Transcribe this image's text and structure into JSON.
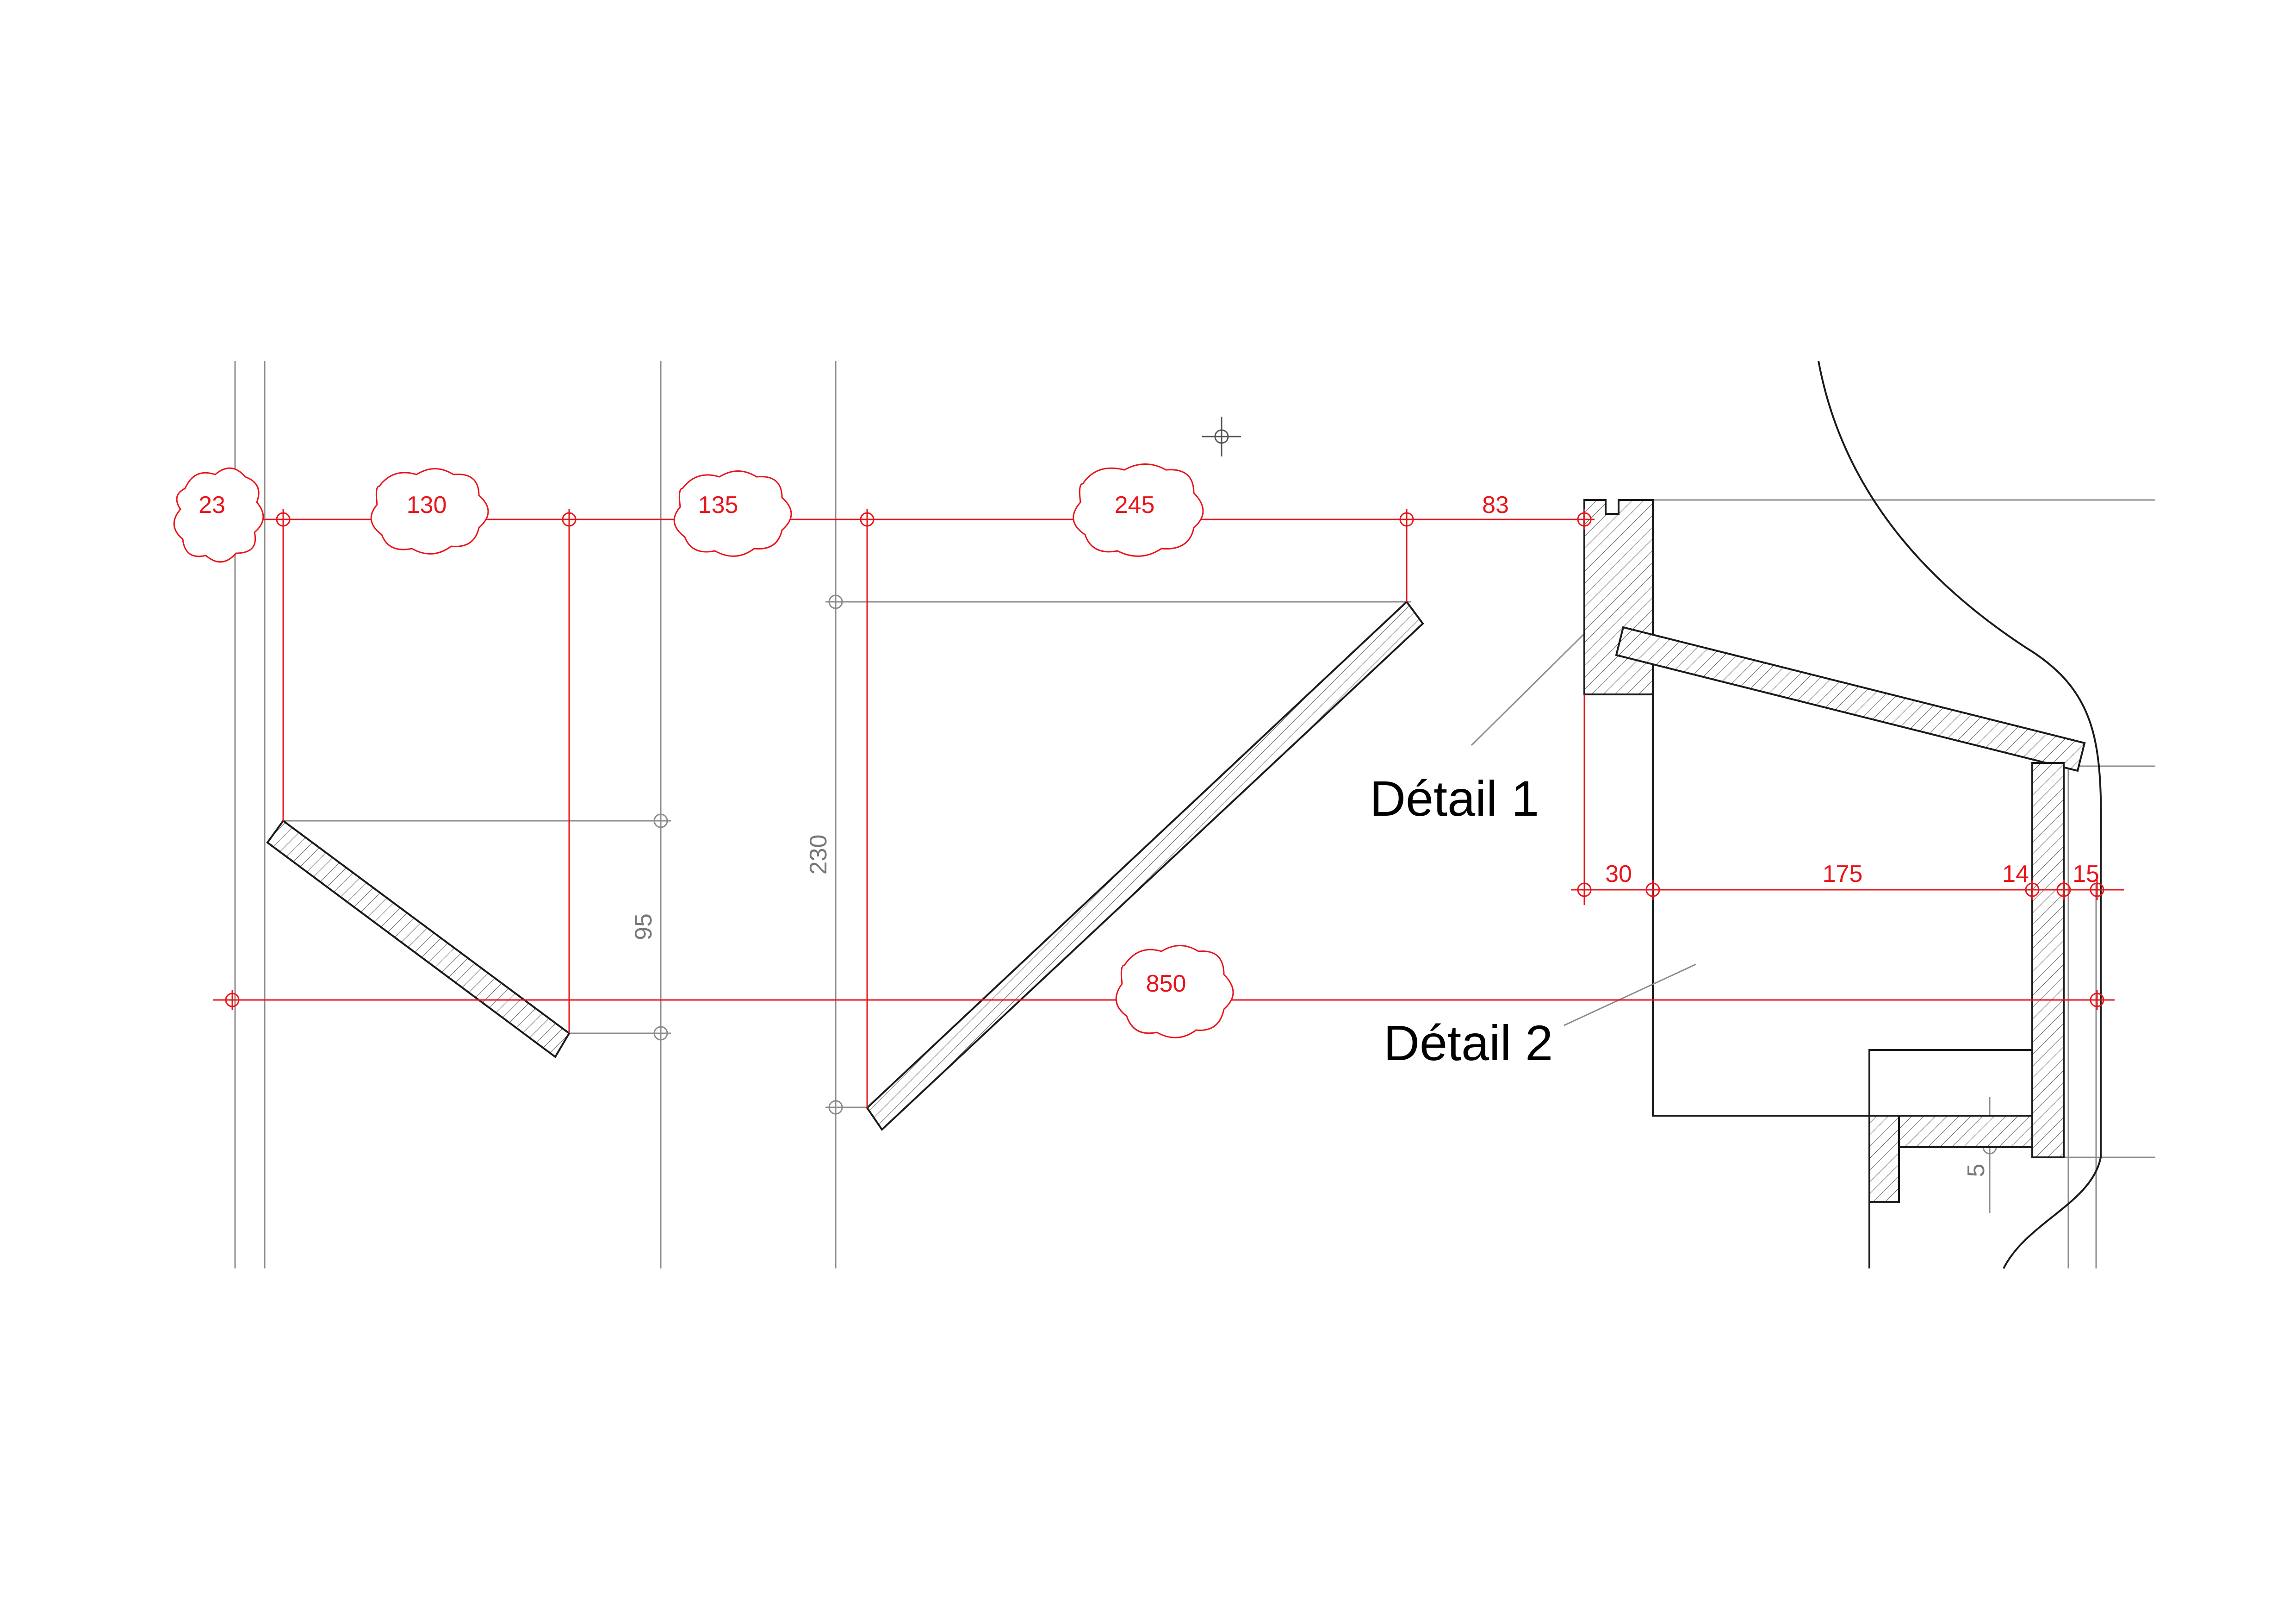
{
  "colors": {
    "dimension": "#e8141a",
    "construction": "#8c8c8c",
    "outline": "#1a1a1a",
    "background": "#ffffff"
  },
  "dimensions_top": [
    "23",
    "130",
    "135",
    "245",
    "83"
  ],
  "dimension_overall": "850",
  "dimensions_side": [
    "95",
    "230"
  ],
  "dimensions_detail": [
    "30",
    "175",
    "14",
    "15",
    "5"
  ],
  "callouts": {
    "detail_1": "Détail 1",
    "detail_2": "Détail 2"
  },
  "icons": {
    "origin_marker": "crosshair-icon",
    "dimension_node": "circle-node-icon"
  }
}
